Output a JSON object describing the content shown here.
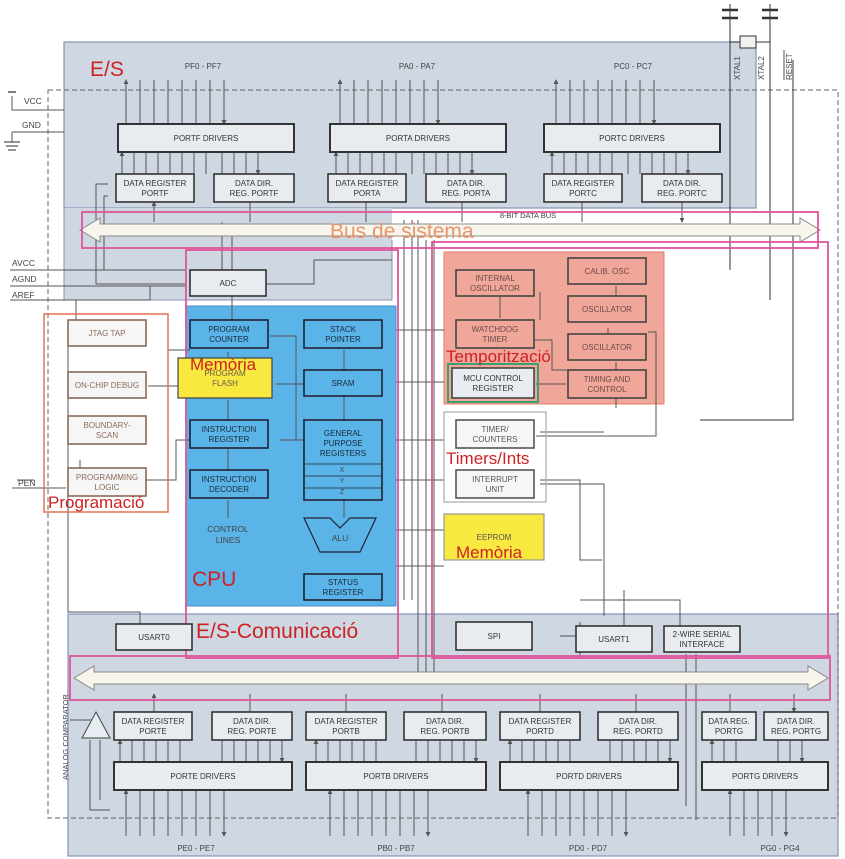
{
  "overlays": {
    "es": "E/S",
    "bus_sistema": "Bus de sistema",
    "memoria_flash": "Memòria",
    "temporitzacio": "Temporització",
    "timers_ints": "Timers/Ints",
    "memoria_eeprom": "Memòria",
    "programacio": "Programació",
    "cpu": "CPU",
    "es_comunicacio": "E/S-Comunicació"
  },
  "pins": {
    "vcc": "VCC",
    "gnd": "GND",
    "avcc": "AVCC",
    "agnd": "AGND",
    "aref": "AREF",
    "pen": "PEN",
    "xtal1": "XTAL1",
    "xtal2": "XTAL2",
    "reset": "RESET"
  },
  "port_labels": {
    "pf": "PF0 - PF7",
    "pa": "PA0 - PA7",
    "pc": "PC0 - PC7",
    "pe": "PE0 - PE7",
    "pb": "PB0 - PB7",
    "pd": "PD0 - PD7",
    "pg": "PG0 - PG4"
  },
  "bus_label": "8-BIT DATA BUS",
  "analog_comparator": "ANALOG COMPARATOR",
  "blocks": {
    "portf_drivers": [
      "PORTF DRIVERS"
    ],
    "porta_drivers": [
      "PORTA DRIVERS"
    ],
    "portc_drivers": [
      "PORTC DRIVERS"
    ],
    "data_reg_portf": [
      "DATA REGISTER",
      "PORTF"
    ],
    "data_dir_portf": [
      "DATA DIR.",
      "REG. PORTF"
    ],
    "data_reg_porta": [
      "DATA REGISTER",
      "PORTA"
    ],
    "data_dir_porta": [
      "DATA DIR.",
      "REG. PORTA"
    ],
    "data_reg_portc": [
      "DATA REGISTER",
      "PORTC"
    ],
    "data_dir_portc": [
      "DATA DIR.",
      "REG. PORTC"
    ],
    "adc": [
      "ADC"
    ],
    "jtag_tap": [
      "JTAG TAP"
    ],
    "on_chip_debug": [
      "ON-CHIP DEBUG"
    ],
    "boundary_scan": [
      "BOUNDARY-",
      "SCAN"
    ],
    "programming_logic": [
      "PROGRAMMING",
      "LOGIC"
    ],
    "program_counter": [
      "PROGRAM",
      "COUNTER"
    ],
    "stack_pointer": [
      "STACK",
      "POINTER"
    ],
    "program_flash": [
      "PROGRAM",
      "FLASH"
    ],
    "sram": [
      "SRAM"
    ],
    "instruction_register": [
      "INSTRUCTION",
      "REGISTER"
    ],
    "gp_registers": [
      "GENERAL",
      "PURPOSE",
      "REGISTERS"
    ],
    "instruction_decoder": [
      "INSTRUCTION",
      "DECODER"
    ],
    "status_register": [
      "STATUS",
      "REGISTER"
    ],
    "internal_oscillator": [
      "INTERNAL",
      "OSCILLATOR"
    ],
    "calib_osc": [
      "CALIB. OSC"
    ],
    "watchdog_timer": [
      "WATCHDOG",
      "TIMER"
    ],
    "oscillator_1": [
      "OSCILLATOR"
    ],
    "oscillator_2": [
      "OSCILLATOR"
    ],
    "mcu_control_register": [
      "MCU CONTROL",
      "REGISTER"
    ],
    "timing_and_control": [
      "TIMING AND",
      "CONTROL"
    ],
    "timer_counters": [
      "TIMER/",
      "COUNTERS"
    ],
    "interrupt_unit": [
      "INTERRUPT",
      "UNIT"
    ],
    "eeprom": [
      "EEPROM"
    ],
    "usart0": [
      "USART0"
    ],
    "spi": [
      "SPI"
    ],
    "usart1": [
      "USART1"
    ],
    "two_wire_serial": [
      "2-WIRE SERIAL",
      "INTERFACE"
    ],
    "data_reg_porte": [
      "DATA REGISTER",
      "PORTE"
    ],
    "data_dir_porte": [
      "DATA DIR.",
      "REG. PORTE"
    ],
    "data_reg_portb": [
      "DATA REGISTER",
      "PORTB"
    ],
    "data_dir_portb": [
      "DATA DIR.",
      "REG. PORTB"
    ],
    "data_reg_portd": [
      "DATA REGISTER",
      "PORTD"
    ],
    "data_dir_portd": [
      "DATA DIR.",
      "REG. PORTD"
    ],
    "data_reg_portg": [
      "DATA REG.",
      "PORTG"
    ],
    "data_dir_portg": [
      "DATA DIR.",
      "REG. PORTG"
    ],
    "porte_drivers": [
      "PORTE DRIVERS"
    ],
    "portb_drivers": [
      "PORTB DRIVERS"
    ],
    "portd_drivers": [
      "PORTD DRIVERS"
    ],
    "portg_drivers": [
      "PORTG DRIVERS"
    ]
  },
  "labels": {
    "control_lines": [
      "CONTROL",
      "LINES"
    ],
    "alu": "ALU",
    "reg_x": "X",
    "reg_y": "Y",
    "reg_z": "Z"
  },
  "colors": {
    "overlay_text": "#cc2222",
    "bus_text": "#e8956a",
    "cpu_fill": "#5ab4e8",
    "timing_fill": "#f0a79a",
    "io_fill": "#cfd8e2",
    "highlight_yellow": "#f8e840",
    "outline_pink": "#e0559a"
  }
}
